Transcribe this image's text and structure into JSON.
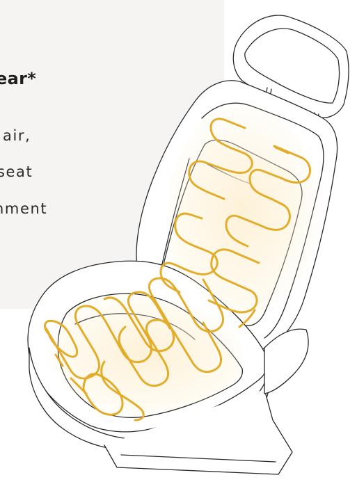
{
  "panel": {
    "title": "ear*",
    "lines": [
      "air,",
      "seat",
      "nment"
    ]
  },
  "illustration": {
    "heating_color": "#e3ad2b",
    "outline_color": "#2a2a2a",
    "glow_color": "#fdf1d6"
  }
}
